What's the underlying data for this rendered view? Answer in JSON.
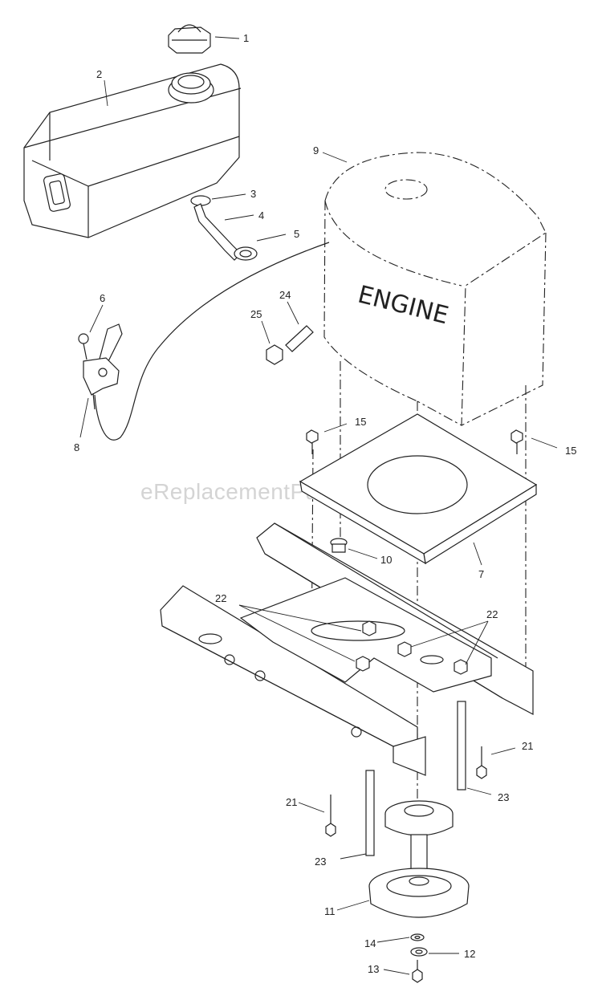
{
  "watermark": "eReplacementParts.com",
  "engine_label": "ENGINE",
  "callouts": {
    "c1": "1",
    "c2": "2",
    "c3": "3",
    "c4": "4",
    "c5": "5",
    "c6": "6",
    "c7": "7",
    "c8": "8",
    "c9": "9",
    "c10": "10",
    "c11": "11",
    "c12": "12",
    "c13": "13",
    "c14": "14",
    "c15a": "15",
    "c15b": "15",
    "c21a": "21",
    "c21b": "21",
    "c22a": "22",
    "c22b": "22",
    "c23a": "23",
    "c23b": "23",
    "c24": "24",
    "c25": "25"
  }
}
